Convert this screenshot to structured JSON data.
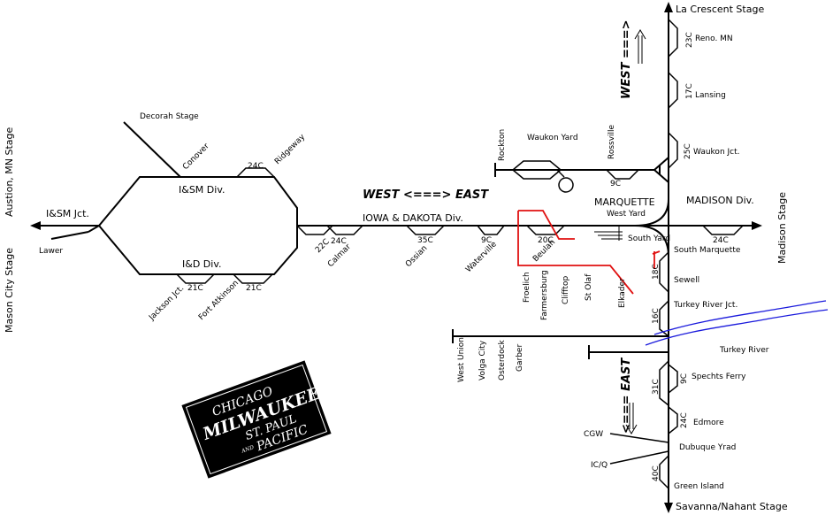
{
  "stages": {
    "la_crescent": "La Crescent Stage",
    "savanna": "Savanna/Nahant Stage",
    "madison": "Madison Stage",
    "austin": "Austion, MN Stage",
    "mason_city": "Mason City Stage",
    "decorah": "Decorah Stage"
  },
  "divisions": {
    "ism": "I&SM Div.",
    "id": "I&D Div.",
    "iowa_dakota": "IOWA & DAKOTA Div.",
    "madison": "MADISON Div."
  },
  "directions": {
    "west_east": "WEST <===> EAST",
    "west_vertical": "WEST ===>",
    "east_vertical": "<=== EAST"
  },
  "places": {
    "ism_jct": "I&SM Jct.",
    "lawler": "Lawer",
    "conover": "Conover",
    "ridgeway": "Ridgeway",
    "jackson_jct": "Jackson Jct.",
    "fort_atkinson": "Fort Atkinson",
    "calmar": "Calmar",
    "ossian": "Ossian",
    "waterville": "Waterville",
    "beulah": "Beulah",
    "froelich": "Froelich",
    "farmersburg": "Farmersburg",
    "clifftop": "Clifftop",
    "st_olaf": "St Olaf",
    "elkader": "Elkader",
    "rockton": "Rockton",
    "waukon_yard": "Waukon Yard",
    "rossville": "Rossville",
    "marquette": "MARQUETTE",
    "west_yard": "West Yard",
    "south_yard": "South Yard",
    "south_marquette": "South Marquette",
    "reno": "Reno. MN",
    "lansing": "Lansing",
    "waukon_jct": "Waukon Jct.",
    "sewell": "Sewell",
    "turkey_river_jct": "Turkey River Jct.",
    "turkey_river": "Turkey River",
    "west_union": "West Union",
    "volga_city": "Volga City",
    "osterdock": "Osterdock",
    "garber": "Garber",
    "spechts_ferry": "Spechts Ferry",
    "edmore": "Edmore",
    "cgw": "CGW",
    "dubuque_yard": "Dubuque Yrad",
    "icg": "IC/Q",
    "green_island": "Green Island"
  },
  "sidings": {
    "s23c": "23C",
    "s17c": "17C",
    "s25c": "25C",
    "s9c_rossville": "9C",
    "s24c_madison": "24C",
    "s18c": "18C",
    "s16c": "16C",
    "s31c": "31C",
    "s9c_spechts": "9C",
    "s24c_edmore": "24C",
    "s40c": "40C",
    "s24c_ridgeway": "24C",
    "s21c_jackson": "21C",
    "s21c_fort": "21C",
    "s22c": "22C",
    "s24c_calmar": "24C",
    "s35c": "35C",
    "s9c_waterville": "9C",
    "s20c": "20C"
  },
  "logo": {
    "line1": "CHICAGO",
    "line2": "MILWAUKEE",
    "line3": "ST. PAUL",
    "line4": "AND",
    "line5": "PACIFIC"
  },
  "colors": {
    "track": "#000000",
    "branch_red": "#e01010",
    "river_blue": "#1a1adc",
    "logo_bg": "#000000"
  }
}
